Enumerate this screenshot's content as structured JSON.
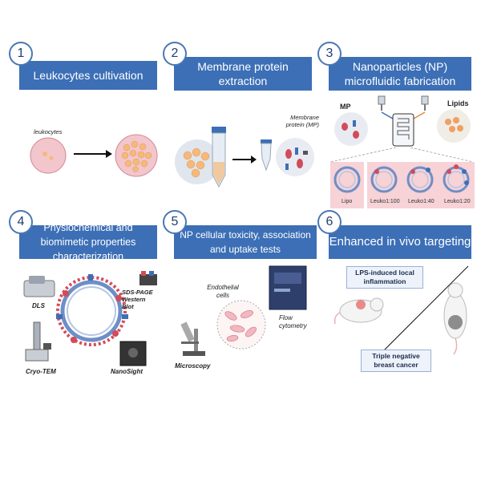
{
  "steps": [
    {
      "number": "1",
      "title": "Leukocytes  cultivation"
    },
    {
      "number": "2",
      "title": "Membrane protein extraction"
    },
    {
      "number": "3",
      "title": "Nanoparticles (NP) microfluidic fabrication"
    },
    {
      "number": "4",
      "title": "Physiochemical and biomimetic properties  characterization"
    },
    {
      "number": "5",
      "title": "NP cellular toxicity, association and uptake tests"
    },
    {
      "number": "6",
      "title": "Enhanced in vivo targeting"
    }
  ],
  "panel1": {
    "cells_label": "leukocytes"
  },
  "panel2": {
    "mp_label": "Membrane protein (MP)"
  },
  "panel3": {
    "mp": "MP",
    "lipids": "Lipids",
    "formulations": [
      "Lipo",
      "Leuko1:100",
      "Leuko1:40",
      "Leuko1:20"
    ]
  },
  "panel4": {
    "dls": "DLS",
    "sds": "SDS-PAGE Western Blot",
    "cryo": "Cryo-TEM",
    "nanosight": "NanoSight"
  },
  "panel5": {
    "endothelial": "Endothelial cells",
    "flow": "Flow cytometry",
    "microscopy": "Microscopy"
  },
  "panel6": {
    "lps": "LPS-induced local inflammation",
    "tnbc": "Triple negative breast cancer"
  },
  "colors": {
    "title_bar": "#3c6fb6",
    "number_border": "#4a77b4",
    "pink_panel": "#f7d2d6",
    "cell": "#f5b97a"
  }
}
